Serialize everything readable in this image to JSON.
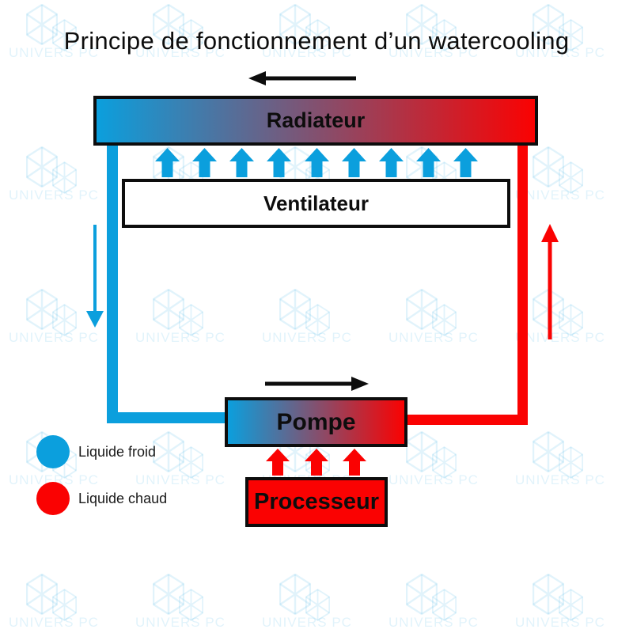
{
  "title": "Principe de fonctionnement d’un watercooling",
  "colors": {
    "cold": "#0B9FDD",
    "hot": "#FA0202",
    "outline": "#0d0d0d",
    "watermark": "rgba(11,159,221,0.12)"
  },
  "watermark": {
    "text": "UNIVERS PC",
    "icon": "cube-icon"
  },
  "components": {
    "radiator": {
      "label": "Radiateur"
    },
    "fan": {
      "label": "Ventilateur"
    },
    "pump": {
      "label": "Pompe"
    },
    "cpu": {
      "label": "Processeur"
    }
  },
  "legend": [
    {
      "label": "Liquide froid",
      "color": "#0B9FDD"
    },
    {
      "label": "Liquide chaud",
      "color": "#FA0202"
    }
  ],
  "flow": {
    "fan_arrows_count": 9,
    "cpu_arrows_count": 3,
    "top_direction": "left",
    "pump_direction": "right",
    "left_pipe_direction": "down",
    "right_pipe_direction": "up"
  }
}
